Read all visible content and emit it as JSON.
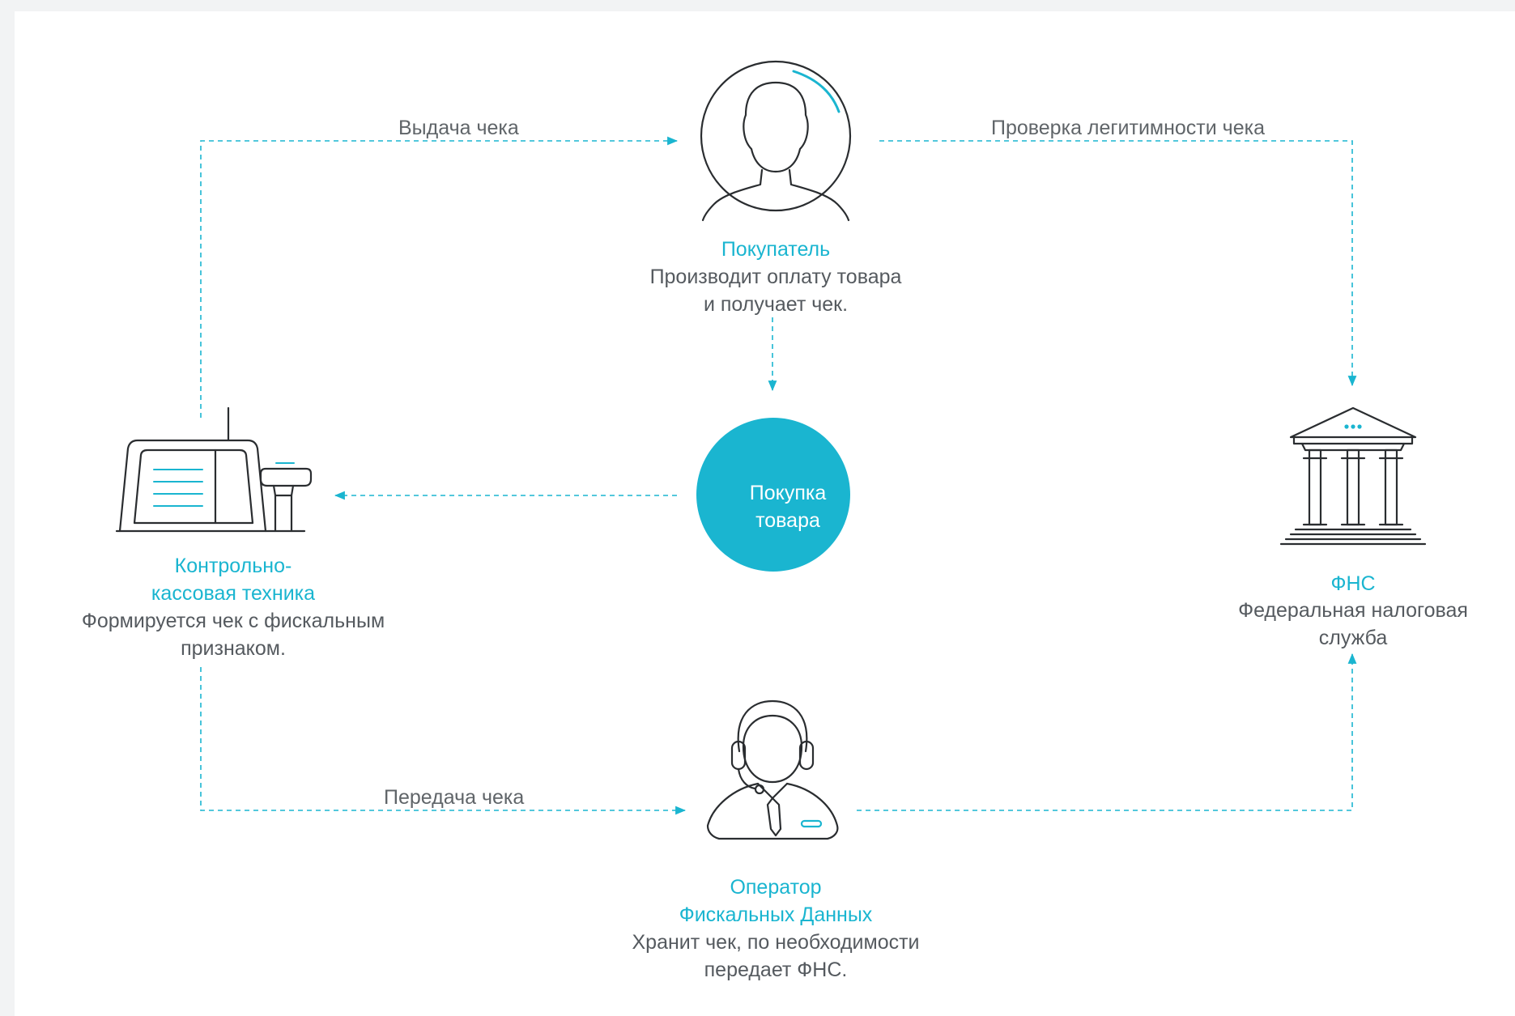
{
  "colors": {
    "accent": "#1ab5d0",
    "line": "#2a2d30",
    "text": "#555a5f"
  },
  "nodes": {
    "buyer": {
      "icon": "person-icon",
      "title": "Покупатель",
      "desc_lines": [
        "Производит оплату товара",
        "и получает чек."
      ]
    },
    "purchase": {
      "icon": "filled-circle",
      "lines": [
        "Покупка",
        "товара"
      ]
    },
    "kkt": {
      "icon": "cash-register-icon",
      "title_lines": [
        "Контрольно-",
        "кассовая техника"
      ],
      "desc_lines": [
        "Формируется чек с фискальным",
        "признаком."
      ]
    },
    "fns": {
      "icon": "government-building-icon",
      "title": "ФНС",
      "desc_lines": [
        "Федеральная налоговая",
        "служба"
      ]
    },
    "ofd": {
      "icon": "operator-headset-icon",
      "title_lines": [
        "Оператор",
        "Фискальных Данных"
      ],
      "desc_lines": [
        "Хранит чек, по необходимости",
        "передает ФНС."
      ]
    }
  },
  "edges": {
    "issue_receipt": "Выдача чека",
    "legitimacy_check": "Проверка легитимности чека",
    "transfer_receipt": "Передача чека"
  }
}
